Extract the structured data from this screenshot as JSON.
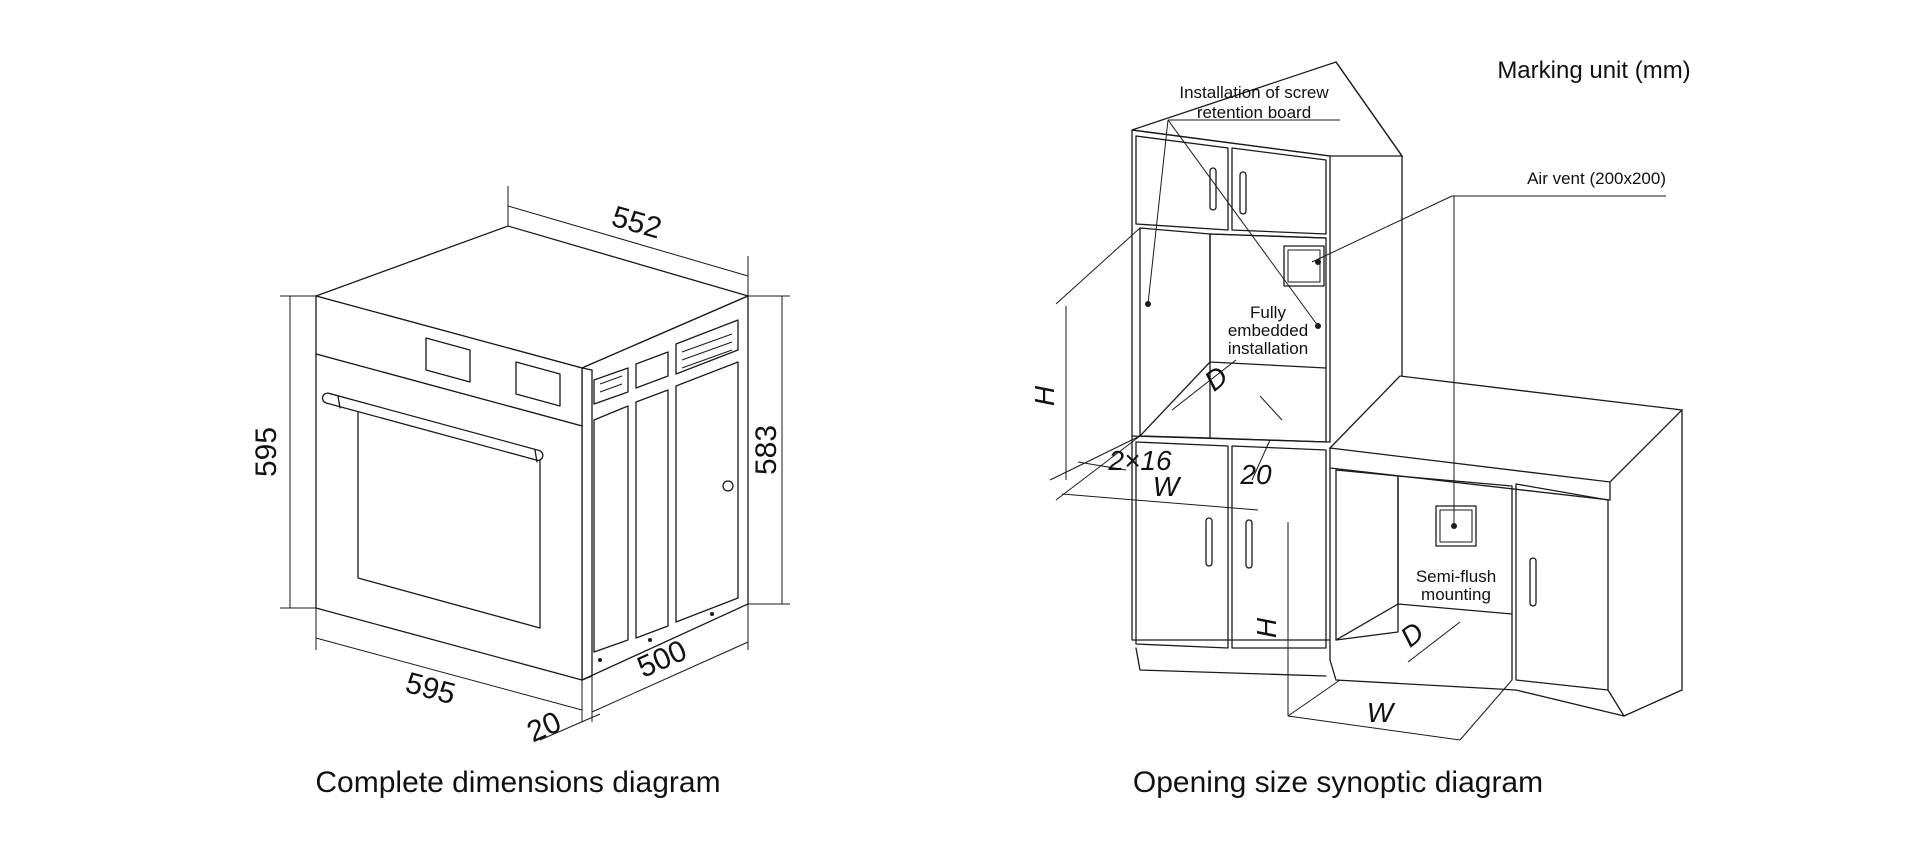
{
  "left_diagram": {
    "caption": "Complete dimensions diagram",
    "dimensions": {
      "depth_top": "552",
      "height_front": "595",
      "height_side": "583",
      "width_front": "595",
      "depth_bottom": "500",
      "front_thickness": "20"
    }
  },
  "right_diagram": {
    "caption": "Opening size synoptic diagram",
    "unit_note": "Marking unit (mm)",
    "callouts": {
      "screw_board_line1": "Installation of screw",
      "screw_board_line2": "retention board",
      "air_vent": "Air vent (200x200)",
      "fully_line1": "Fully",
      "fully_line2": "embedded",
      "fully_line3": "installation",
      "semi_line1": "Semi-flush",
      "semi_line2": "mounting"
    },
    "labels": {
      "upper_h": "H",
      "upper_d": "D",
      "upper_w": "W",
      "screw_spec": "2×16",
      "gap": "20",
      "lower_h": "H",
      "lower_d": "D",
      "lower_w": "W"
    }
  }
}
